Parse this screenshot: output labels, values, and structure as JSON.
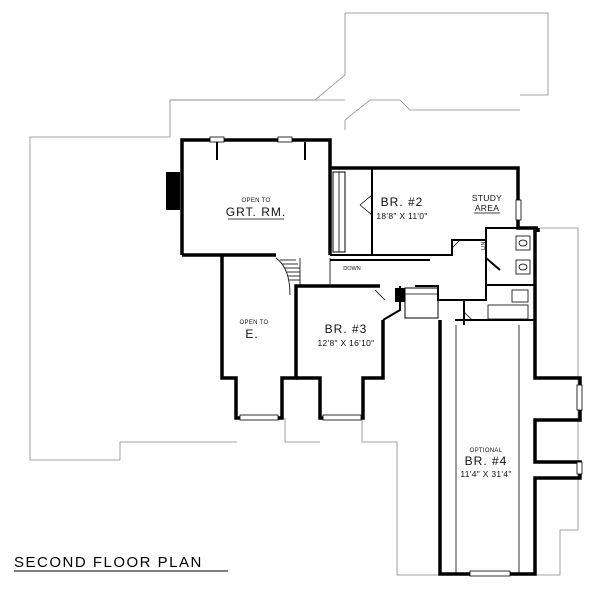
{
  "title": "SECOND FLOOR PLAN",
  "rooms": {
    "open_to_grt": {
      "small": "OPEN TO",
      "name": "GRT. RM."
    },
    "br2": {
      "name": "BR. #2",
      "dims": "18'8\" X 11'0\""
    },
    "study": {
      "line1": "STUDY",
      "line2": "AREA"
    },
    "lin": "LIN.",
    "down": "DOWN",
    "open_to_e": {
      "small": "OPEN TO",
      "name": "E."
    },
    "br3": {
      "name": "BR. #3",
      "dims": "12'8\" X 16'10\""
    },
    "br4": {
      "small": "OPTIONAL",
      "name": "BR. #4",
      "dims": "11'4\" X 31'4\""
    }
  },
  "colors": {
    "wall": "#000000",
    "outline": "#888888",
    "background": "#ffffff"
  }
}
